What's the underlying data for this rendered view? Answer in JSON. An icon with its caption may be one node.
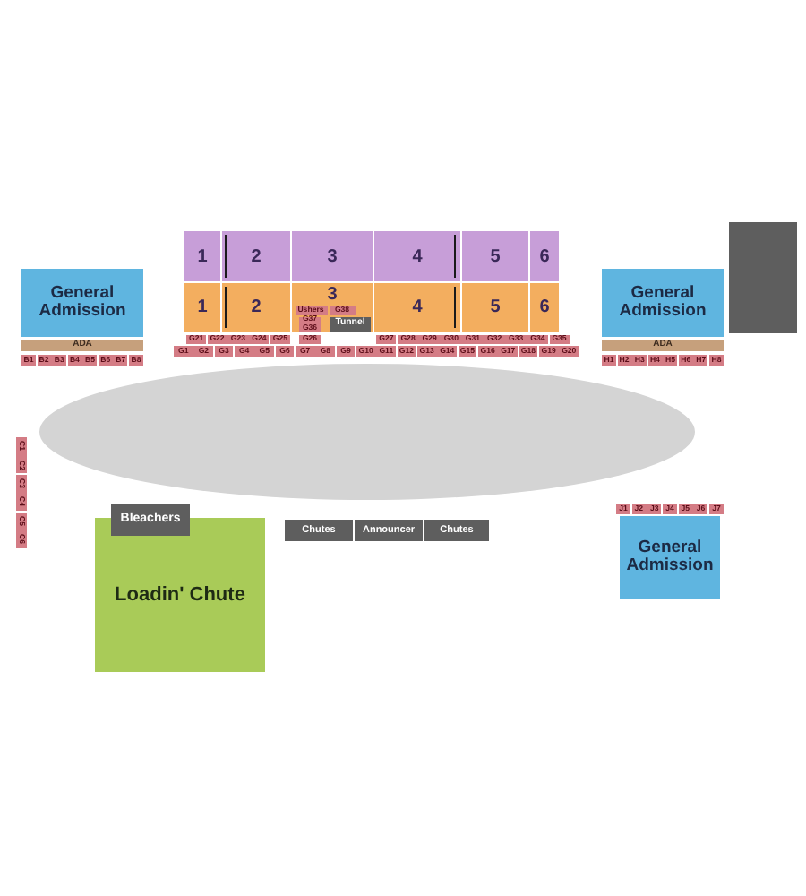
{
  "diagram": {
    "nodes": [
      {
        "text": [
          "1"
        ]
      },
      {
        "text": [
          "2"
        ]
      },
      {
        "text": [
          "3"
        ]
      },
      {
        "text": [
          "4"
        ]
      },
      {
        "text": [
          "5"
        ]
      },
      {
        "text": [
          "6"
        ]
      },
      {
        "text": [
          "General Admission"
        ]
      },
      {
        "text": [],
        "shape": "box"
      },
      {
        "text": [
          "General Admission"
        ]
      },
      {
        "text": [
          "1"
        ]
      },
      {
        "text": [
          "2"
        ]
      },
      {
        "text": [
          "3"
        ]
      },
      {
        "text": [
          "4"
        ]
      },
      {
        "text": [
          "5"
        ]
      },
      {
        "text": [
          "6"
        ]
      },
      {
        "text": [
          "Ushers"
        ],
        "in": 11
      },
      {
        "text": [
          "G38"
        ],
        "in": 11
      },
      {
        "text": [
          "G37"
        ],
        "in": 11
      },
      {
        "text": [
          "G36"
        ],
        "in": 11
      },
      {
        "text": [
          "Tunnel"
        ],
        "in": 11
      },
      {
        "text": [
          "ADA"
        ]
      },
      {
        "text": [
          "ADA"
        ]
      },
      {
        "text": [
          "G21"
        ]
      },
      {
        "text": [
          "G22"
        ]
      },
      {
        "text": [
          "G23"
        ]
      },
      {
        "text": [
          "G24"
        ]
      },
      {
        "text": [
          "G25"
        ]
      },
      {
        "text": [
          "G26"
        ]
      },
      {
        "text": [
          "G27"
        ]
      },
      {
        "text": [
          "G28"
        ]
      },
      {
        "text": [
          "G29"
        ]
      },
      {
        "text": [
          "G30"
        ]
      },
      {
        "text": [
          "G31"
        ]
      },
      {
        "text": [
          "G32"
        ]
      },
      {
        "text": [
          "G33"
        ]
      },
      {
        "text": [
          "G34"
        ]
      },
      {
        "text": [
          "G35"
        ]
      },
      {
        "text": [
          "B1"
        ]
      },
      {
        "text": [
          "B2"
        ]
      },
      {
        "text": [
          "B3"
        ]
      },
      {
        "text": [
          "B4"
        ]
      },
      {
        "text": [
          "B5"
        ]
      },
      {
        "text": [
          "B6"
        ]
      },
      {
        "text": [
          "B7"
        ]
      },
      {
        "text": [
          "B8"
        ]
      },
      {
        "text": [
          "H1"
        ]
      },
      {
        "text": [
          "H2"
        ]
      },
      {
        "text": [
          "H3"
        ]
      },
      {
        "text": [
          "H4"
        ]
      },
      {
        "text": [
          "H5"
        ]
      },
      {
        "text": [
          "H6"
        ]
      },
      {
        "text": [
          "H7"
        ]
      },
      {
        "text": [
          "H8"
        ]
      },
      {
        "text": [
          "G1"
        ]
      },
      {
        "text": [
          "G2"
        ]
      },
      {
        "text": [
          "G3"
        ]
      },
      {
        "text": [
          "G4"
        ]
      },
      {
        "text": [
          "G5"
        ]
      },
      {
        "text": [
          "G6"
        ]
      },
      {
        "text": [
          "G7"
        ]
      },
      {
        "text": [
          "G8"
        ]
      },
      {
        "text": [
          "G9"
        ]
      },
      {
        "text": [
          "G10"
        ]
      },
      {
        "text": [
          "G11"
        ]
      },
      {
        "text": [
          "G12"
        ]
      },
      {
        "text": [
          "G13"
        ]
      },
      {
        "text": [
          "G14"
        ]
      },
      {
        "text": [
          "G15"
        ]
      },
      {
        "text": [
          "G16"
        ]
      },
      {
        "text": [
          "G17"
        ]
      },
      {
        "text": [
          "G18"
        ]
      },
      {
        "text": [
          "G19"
        ]
      },
      {
        "text": [
          "G20"
        ]
      },
      {
        "text": [],
        "shape": "oval"
      },
      {
        "text": [
          "C1"
        ]
      },
      {
        "text": [
          "C2"
        ]
      },
      {
        "text": [
          "C3"
        ]
      },
      {
        "text": [
          "C4"
        ]
      },
      {
        "text": [
          "C5"
        ]
      },
      {
        "text": [
          "C6"
        ]
      },
      {
        "text": [
          "J1"
        ]
      },
      {
        "text": [
          "J2"
        ]
      },
      {
        "text": [
          "J3"
        ]
      },
      {
        "text": [
          "J4"
        ]
      },
      {
        "text": [
          "J5"
        ]
      },
      {
        "text": [
          "J6"
        ]
      },
      {
        "text": [
          "J7"
        ]
      },
      {
        "text": [
          "Bleachers"
        ]
      },
      {
        "text": [
          "Chutes"
        ]
      },
      {
        "text": [
          "Announcer"
        ]
      },
      {
        "text": [
          "Chutes"
        ]
      },
      {
        "text": [
          "General Admission"
        ]
      },
      {
        "text": [
          "Loadin' Chute"
        ]
      }
    ]
  }
}
